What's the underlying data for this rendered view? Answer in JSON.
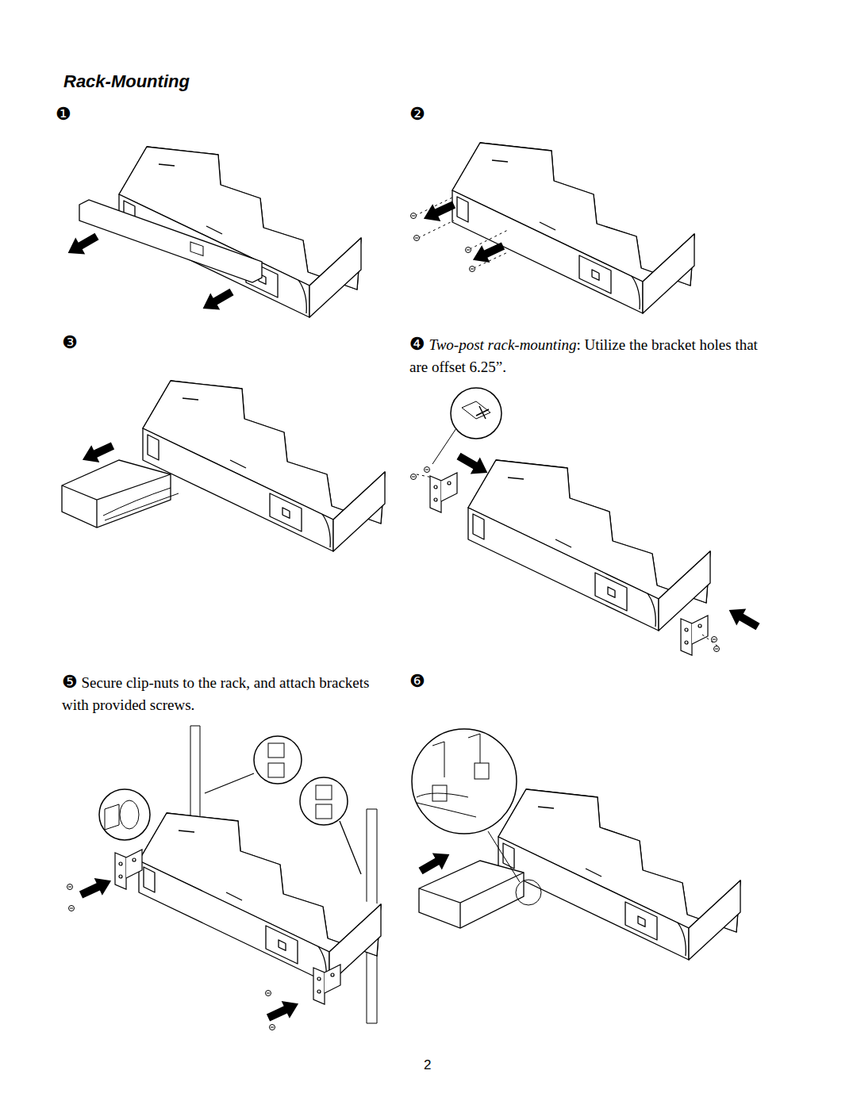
{
  "diagram": {
    "title": "Rack-Mounting",
    "labels": [
      "❶",
      "❷",
      "❸",
      "❹",
      "Two-post rack-mounting",
      ": Utilize the bracket holes that are offset 6.25”.",
      "❺",
      "Secure clip-nuts to the rack, and attach brackets with provided screws.",
      "❻",
      "2"
    ]
  }
}
